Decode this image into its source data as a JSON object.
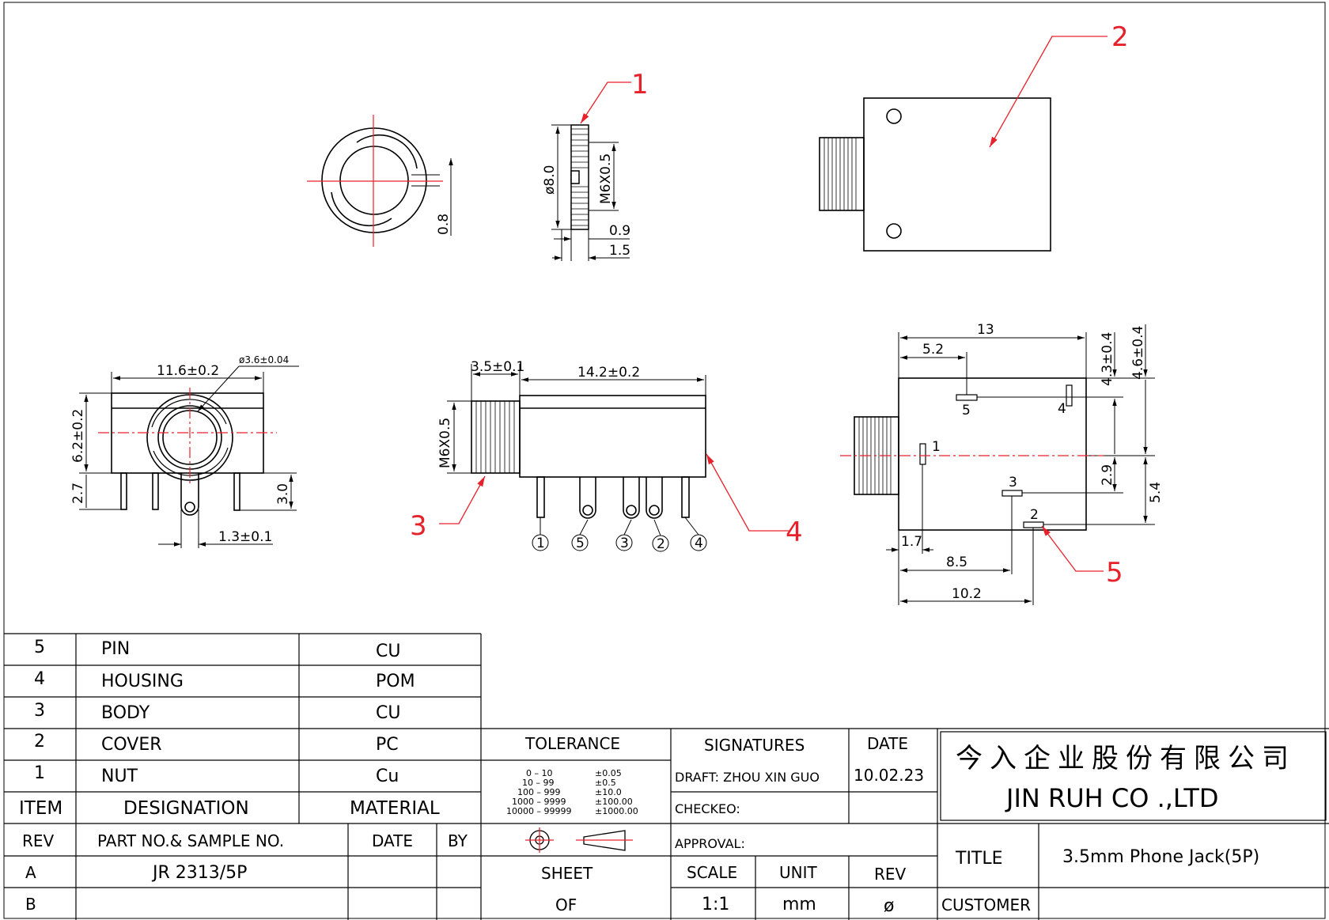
{
  "colors": {
    "line": "#000000",
    "center": "#e8202a",
    "callout": "#e8202a"
  },
  "callouts": [
    "1",
    "2",
    "3",
    "4",
    "5"
  ],
  "dimensions": {
    "ring_gap": "0.8",
    "nut_dia": "ø8.0",
    "nut_thread": "M6X0.5",
    "nut_thk": "0.9",
    "nut_total": "1.5",
    "front_width": "11.6±0.2",
    "front_hole": "ø3.6±0.04",
    "front_height": "6.2±0.2",
    "front_leg_left": "2.7",
    "front_leg_right": "3.0",
    "front_pin_offset": "1.3±0.1",
    "side_thread_len": "3.5±0.1",
    "side_body_len": "14.2±0.2",
    "side_thread": "M6X0.5",
    "top_total": "13",
    "top_pin5": "5.2",
    "top_h1": "4.3±0.4",
    "top_h2": "4.6±0.4",
    "top_v1": "2.9",
    "top_v2": "5.4",
    "top_p1": "1.7",
    "top_p3": "8.5",
    "top_p2": "10.2"
  },
  "pin_labels": {
    "side": [
      "1",
      "5",
      "3",
      "2",
      "4"
    ],
    "top": [
      "1",
      "2",
      "3",
      "4",
      "5"
    ]
  },
  "bom": {
    "rows": [
      {
        "item": "5",
        "designation": "PIN",
        "material": "CU"
      },
      {
        "item": "4",
        "designation": "HOUSING",
        "material": "POM"
      },
      {
        "item": "3",
        "designation": "BODY",
        "material": "CU"
      },
      {
        "item": "2",
        "designation": "COVER",
        "material": "PC"
      },
      {
        "item": "1",
        "designation": "NUT",
        "material": "Cu"
      }
    ],
    "header": {
      "item": "ITEM",
      "designation": "DESIGNATION",
      "material": "MATERIAL"
    }
  },
  "rev_table": {
    "header": {
      "rev": "REV",
      "part": "PART NO.& SAMPLE NO.",
      "date": "DATE",
      "by": "BY"
    },
    "rows": [
      {
        "rev": "A",
        "part": "JR 2313/5P"
      },
      {
        "rev": "B",
        "part": ""
      }
    ]
  },
  "tolerance": {
    "title": "TOLERANCE",
    "rows": [
      {
        "range": "0  –  10",
        "tol": "±0.05"
      },
      {
        "range": "10  –  99",
        "tol": "±0.5"
      },
      {
        "range": "100  –  999",
        "tol": "±10.0"
      },
      {
        "range": "1000  –  9999",
        "tol": "±100.00"
      },
      {
        "range": "10000  –  99999",
        "tol": "±1000.00"
      }
    ]
  },
  "signatures": {
    "title": "SIGNATURES",
    "draft": "DRAFT: ZHOU  XIN  GUO",
    "checked": "CHECKEO:",
    "approval": "APPROVAL:",
    "date_label": "DATE",
    "date_value": "10.02.23"
  },
  "sheet": {
    "sheet_label": "SHEET",
    "of_label": "OF",
    "scale_label": "SCALE",
    "scale": "1:1",
    "unit_label": "UNIT",
    "unit": "mm",
    "rev_label": "REV",
    "rev": "ø"
  },
  "company": {
    "name_cn": "今入企业股份有限公司",
    "name_en": "JIN  RUH  CO .,LTD"
  },
  "title_block": {
    "title_label": "TITLE",
    "title": "3.5mm  Phone  Jack(5P)",
    "customer_label": "CUSTOMER",
    "customer": ""
  }
}
